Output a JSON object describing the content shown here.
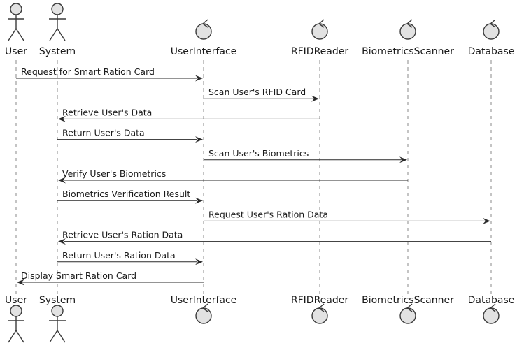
{
  "participants": [
    {
      "id": "user",
      "label": "User",
      "kind": "actor"
    },
    {
      "id": "system",
      "label": "System",
      "kind": "actor"
    },
    {
      "id": "ui",
      "label": "UserInterface",
      "kind": "control"
    },
    {
      "id": "rfid",
      "label": "RFIDReader",
      "kind": "control"
    },
    {
      "id": "bio",
      "label": "BiometricsScanner",
      "kind": "control"
    },
    {
      "id": "db",
      "label": "Database",
      "kind": "control"
    }
  ],
  "messages": [
    {
      "from": "user",
      "to": "ui",
      "label": "Request for Smart Ration Card"
    },
    {
      "from": "ui",
      "to": "rfid",
      "label": "Scan User's RFID Card"
    },
    {
      "from": "rfid",
      "to": "system",
      "label": "Retrieve User's Data"
    },
    {
      "from": "system",
      "to": "ui",
      "label": "Return User's Data"
    },
    {
      "from": "ui",
      "to": "bio",
      "label": "Scan User's Biometrics"
    },
    {
      "from": "bio",
      "to": "system",
      "label": "Verify User's Biometrics"
    },
    {
      "from": "system",
      "to": "ui",
      "label": "Biometrics Verification Result"
    },
    {
      "from": "ui",
      "to": "db",
      "label": "Request User's Ration Data"
    },
    {
      "from": "db",
      "to": "system",
      "label": "Retrieve User's Ration Data"
    },
    {
      "from": "system",
      "to": "ui",
      "label": "Return User's Ration Data"
    },
    {
      "from": "ui",
      "to": "user",
      "label": "Display Smart Ration Card"
    }
  ],
  "colors": {
    "shape_fill": "#e2e2e2",
    "line": "#2a2a2a",
    "lifeline": "#8a8a8a"
  }
}
